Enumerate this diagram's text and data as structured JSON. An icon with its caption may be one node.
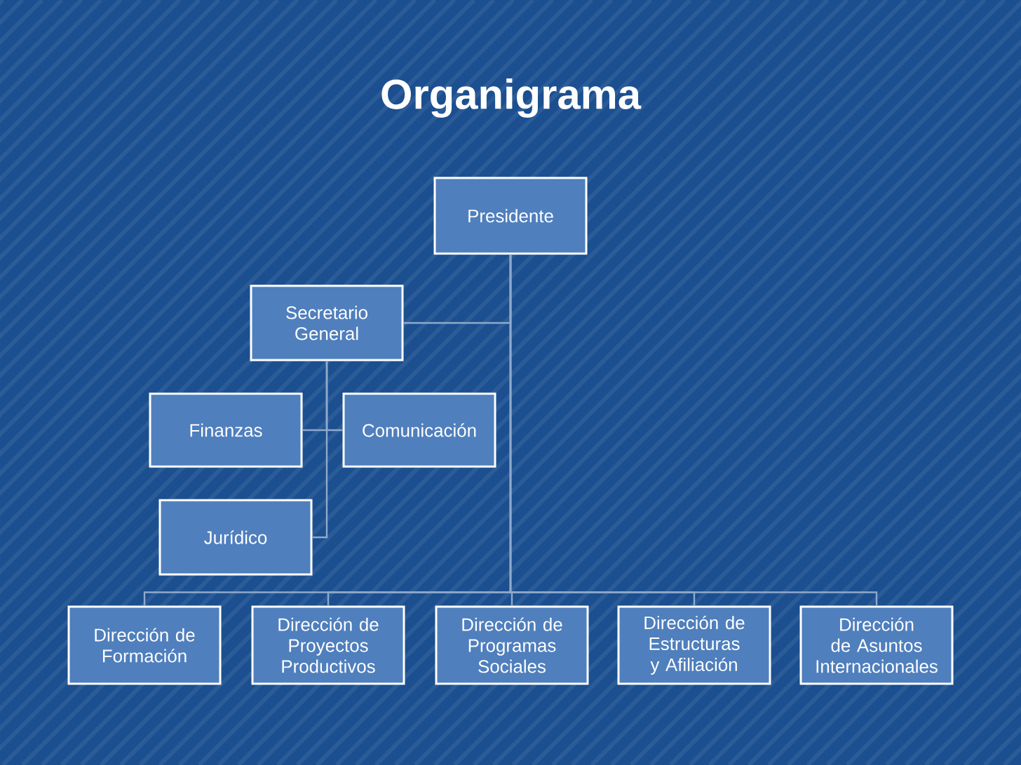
{
  "diagram": {
    "title": "Organigrama",
    "nodes": [
      {
        "text": [
          "Presidente"
        ]
      },
      {
        "text": [
          "Secretario General"
        ]
      },
      {
        "text": [
          "Finanzas"
        ]
      },
      {
        "text": [
          "Comunicación"
        ]
      },
      {
        "text": [
          "Jurídico"
        ]
      },
      {
        "text": [
          "Dirección de Formación"
        ]
      },
      {
        "text": [
          "Dirección de Proyectos Productivos"
        ]
      },
      {
        "text": [
          "Dirección de Programas Sociales"
        ]
      },
      {
        "text": [
          "Dirección de Estructuras y Afiliación"
        ]
      },
      {
        "text": [
          "Dirección de Asuntos Internacionales"
        ]
      }
    ],
    "edges": [
      {
        "from": 0,
        "to": 1,
        "arrow": "none"
      },
      {
        "from": 1,
        "to": 2,
        "arrow": "none"
      },
      {
        "from": 1,
        "to": 3,
        "arrow": "none"
      },
      {
        "from": 1,
        "to": 4,
        "arrow": "none"
      },
      {
        "from": 0,
        "to": 5,
        "arrow": "none"
      },
      {
        "from": 0,
        "to": 6,
        "arrow": "none"
      },
      {
        "from": 0,
        "to": 7,
        "arrow": "none"
      },
      {
        "from": 0,
        "to": 8,
        "arrow": "none"
      },
      {
        "from": 0,
        "to": 9,
        "arrow": "none"
      }
    ]
  }
}
